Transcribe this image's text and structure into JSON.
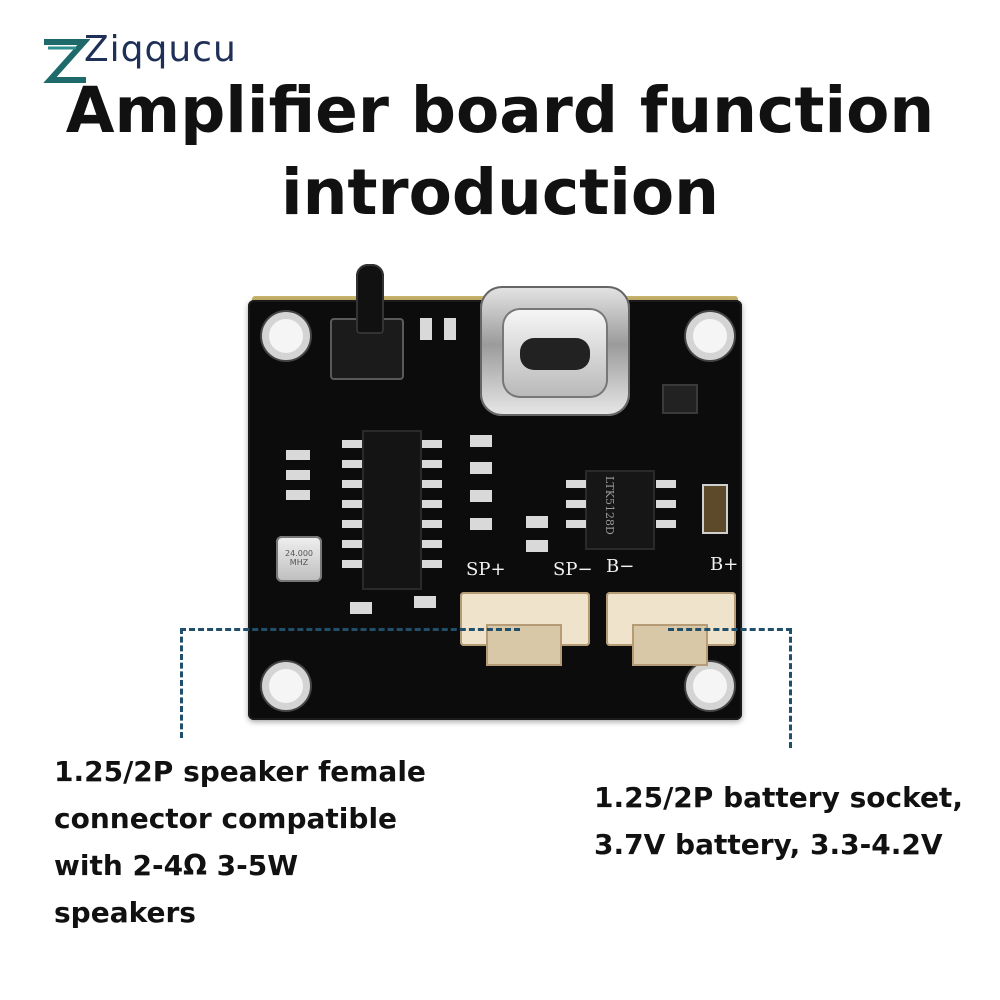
{
  "logo": {
    "text": "Ziqqucu"
  },
  "title": {
    "line1": "Amplifier board function",
    "line2": "introduction"
  },
  "board": {
    "silk": {
      "sp_plus": "SP+",
      "sp_minus": "SP−",
      "b_minus": "B−",
      "b_plus": "B+"
    },
    "crystal_label": "24.000 MHZ",
    "chip_label": "LTK5128D"
  },
  "captions": {
    "left": [
      "1.25/2P speaker female",
      "connector compatible",
      "with 2-4Ω 3-5W",
      "speakers"
    ],
    "right": [
      "1.25/2P battery socket,",
      "3.7V battery, 3.3-4.2V"
    ]
  }
}
